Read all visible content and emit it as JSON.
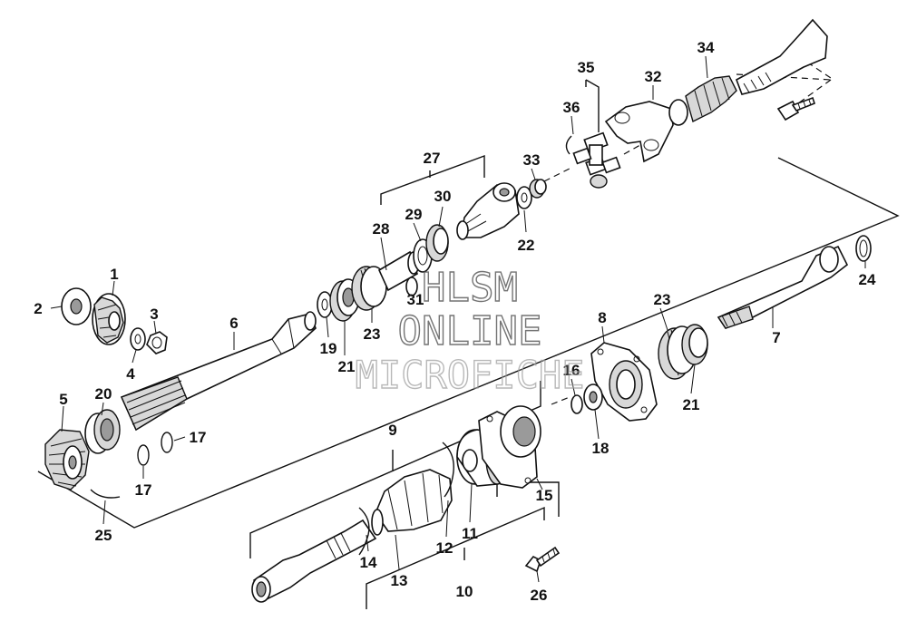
{
  "callouts": [
    "1",
    "2",
    "3",
    "4",
    "5",
    "6",
    "7",
    "8",
    "9",
    "10",
    "11",
    "12",
    "13",
    "14",
    "15",
    "16",
    "17",
    "17",
    "18",
    "19",
    "20",
    "21",
    "21",
    "22",
    "23",
    "23",
    "24",
    "25",
    "26",
    "27",
    "28",
    "29",
    "30",
    "31",
    "32",
    "33",
    "34",
    "35",
    "36"
  ],
  "watermark": {
    "line1": "HLSM",
    "line2": "ONLINE",
    "line3": "MICROFICHE"
  }
}
